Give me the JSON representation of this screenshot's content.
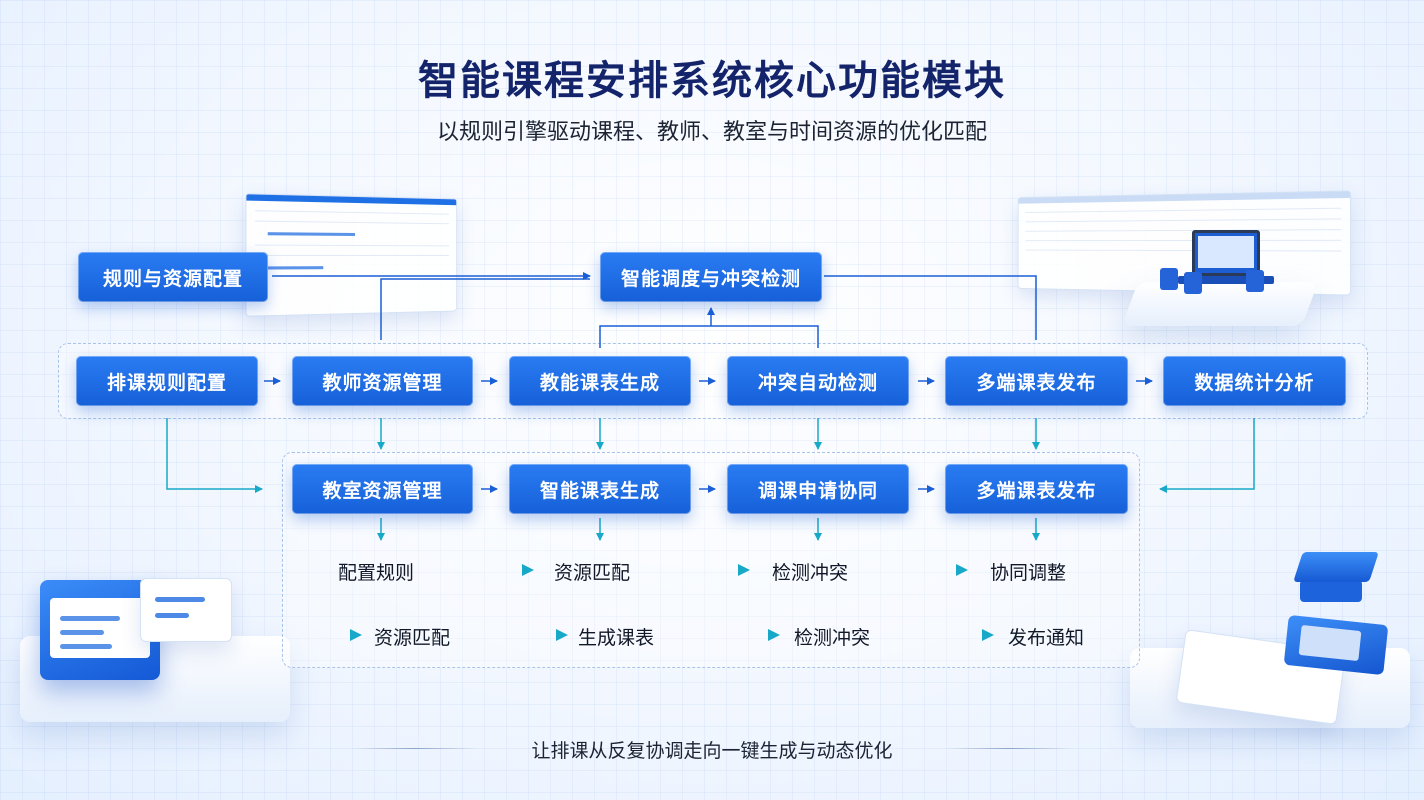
{
  "header": {
    "title": "智能课程安排系统核心功能模块",
    "subtitle": "以规则引擎驱动课程、教师、教室与时间资源的优化匹配"
  },
  "top": {
    "config_node": "规则与资源配置",
    "hub_node": "智能调度与冲突检测"
  },
  "row1": [
    "排课规则配置",
    "教师资源管理",
    "教能课表生成",
    "冲突自动检测",
    "多端课表发布",
    "数据统计分析"
  ],
  "row2": [
    "教室资源管理",
    "智能课表生成",
    "调课申请协同",
    "多端课表发布"
  ],
  "steps1": [
    "配置规则",
    "资源匹配",
    "检测冲突",
    "协同调整"
  ],
  "steps2": [
    "资源匹配",
    "生成课表",
    "检测冲突",
    "发布通知"
  ],
  "footer": {
    "text": "让排课从反复协调走向一键生成与动态优化"
  },
  "colors": {
    "node_blue": "#1f6fe5",
    "arrow_blue": "#1a5fd6",
    "arrow_teal": "#17a9c7",
    "title_navy": "#14246b"
  }
}
